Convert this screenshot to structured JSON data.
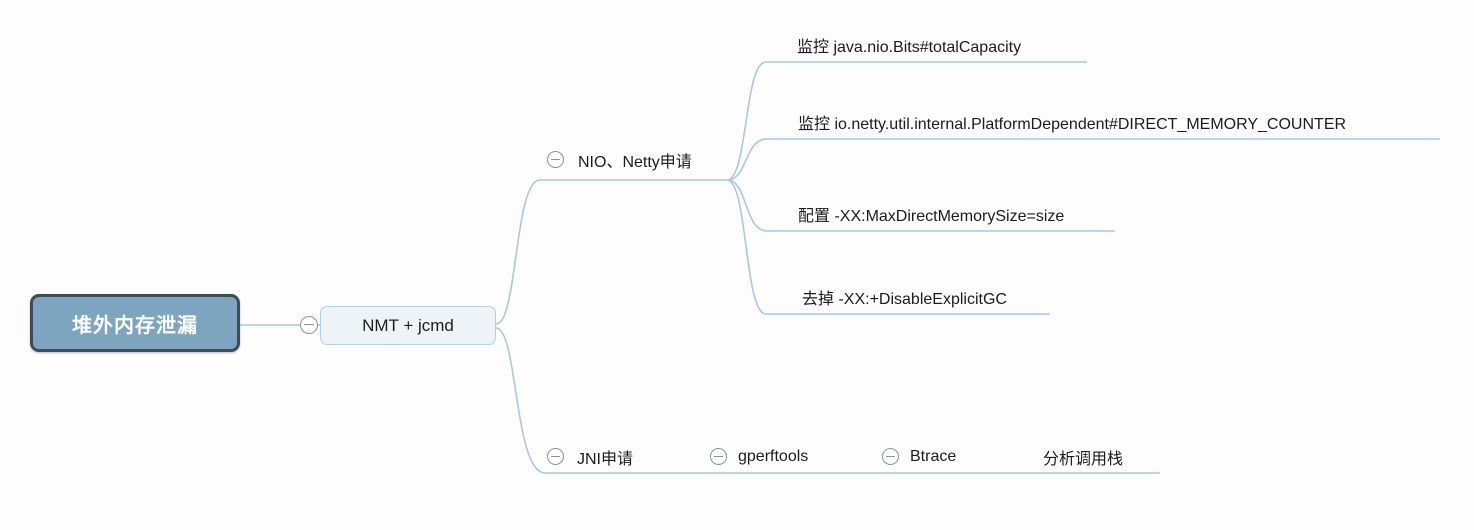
{
  "colors": {
    "root_fill": "#7da5c0",
    "root_border": "#3e4c57",
    "root_text": "#ffffff",
    "child_fill": "#eef3f8",
    "child_border": "#b3cde2",
    "branch_line": "#a9c7e0",
    "text": "#1c1c1e",
    "icon": "#8b9298",
    "bg": "#fdfdfd"
  },
  "mindmap": {
    "root": {
      "label": "堆外内存泄漏"
    },
    "child": {
      "label": "NMT + jcmd"
    },
    "branch_nio": {
      "label": "NIO、Netty申请",
      "children": [
        {
          "label": "监控 java.nio.Bits#totalCapacity"
        },
        {
          "label": "监控 io.netty.util.internal.PlatformDependent#DIRECT_MEMORY_COUNTER"
        },
        {
          "label": "配置 -XX:MaxDirectMemorySize=size"
        },
        {
          "label": "去掉 -XX:+DisableExplicitGC"
        }
      ]
    },
    "branch_jni": {
      "label": "JNI申请",
      "chain": [
        {
          "label": "gperftools"
        },
        {
          "label": "Btrace"
        },
        {
          "label": "分析调用栈"
        }
      ]
    }
  }
}
